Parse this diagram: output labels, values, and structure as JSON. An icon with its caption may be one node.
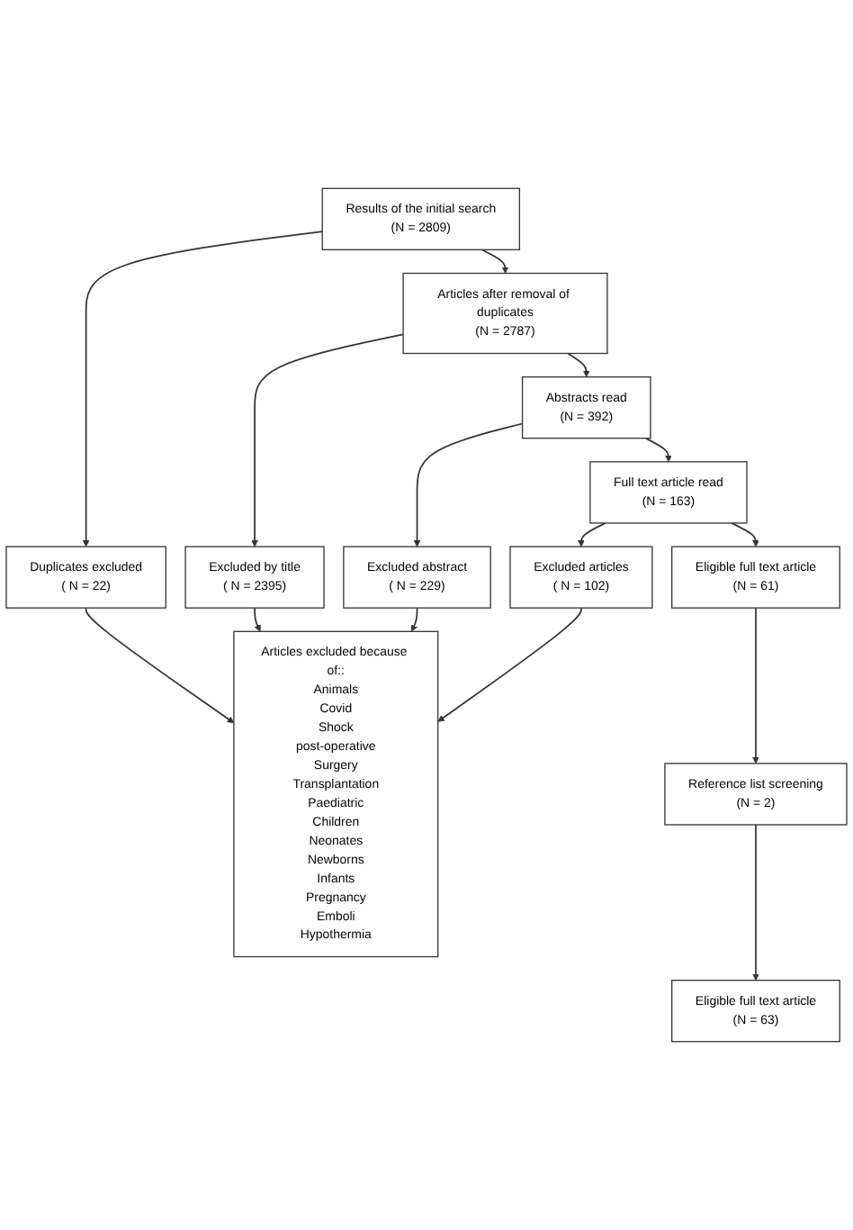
{
  "diagram": {
    "nodes": [
      {
        "text": [
          "Results of the initial search",
          "(N = 2809)"
        ]
      },
      {
        "text": [
          "Duplicates excluded",
          "( N = 22)"
        ]
      },
      {
        "text": [
          "Articles after removal of duplicates",
          "(N = 2787)"
        ]
      },
      {
        "text": [
          "Excluded by title",
          "( N = 2395)"
        ]
      },
      {
        "text": [
          "Abstracts read",
          "(N = 392)"
        ]
      },
      {
        "text": [
          "Excluded abstract",
          "( N = 229)"
        ]
      },
      {
        "text": [
          "Full text article read",
          "(N = 163)"
        ]
      },
      {
        "text": [
          "Excluded articles",
          "( N = 102)"
        ]
      },
      {
        "text": [
          "Eligible full text article",
          "(N = 61)"
        ]
      },
      {
        "text": [
          "Reference list screening",
          "(N = 2)"
        ]
      },
      {
        "text": [
          "Eligible full text article",
          "(N = 63)"
        ]
      },
      {
        "text": [
          "Articles excluded because of::",
          "Animals",
          "Covid",
          "Shock",
          "post-operative",
          "Surgery",
          "Transplantation",
          "Paediatric",
          "Children",
          "Neonates",
          "Newborns",
          "Infants",
          "Pregnancy",
          "Emboli",
          "Hypothermia"
        ]
      }
    ],
    "edges": [
      {
        "from": 0,
        "to": 1,
        "arrow": "to"
      },
      {
        "from": 0,
        "to": 2,
        "arrow": "to"
      },
      {
        "from": 2,
        "to": 3,
        "arrow": "to"
      },
      {
        "from": 2,
        "to": 4,
        "arrow": "to"
      },
      {
        "from": 4,
        "to": 5,
        "arrow": "to"
      },
      {
        "from": 4,
        "to": 6,
        "arrow": "to"
      },
      {
        "from": 6,
        "to": 7,
        "arrow": "to"
      },
      {
        "from": 6,
        "to": 8,
        "arrow": "to"
      },
      {
        "from": 8,
        "to": 9,
        "arrow": "to"
      },
      {
        "from": 9,
        "to": 10,
        "arrow": "to"
      },
      {
        "from": 1,
        "to": 11,
        "arrow": "to"
      },
      {
        "from": 3,
        "to": 11,
        "arrow": "to"
      },
      {
        "from": 5,
        "to": 11,
        "arrow": "to"
      },
      {
        "from": 7,
        "to": 11,
        "arrow": "to"
      }
    ]
  }
}
